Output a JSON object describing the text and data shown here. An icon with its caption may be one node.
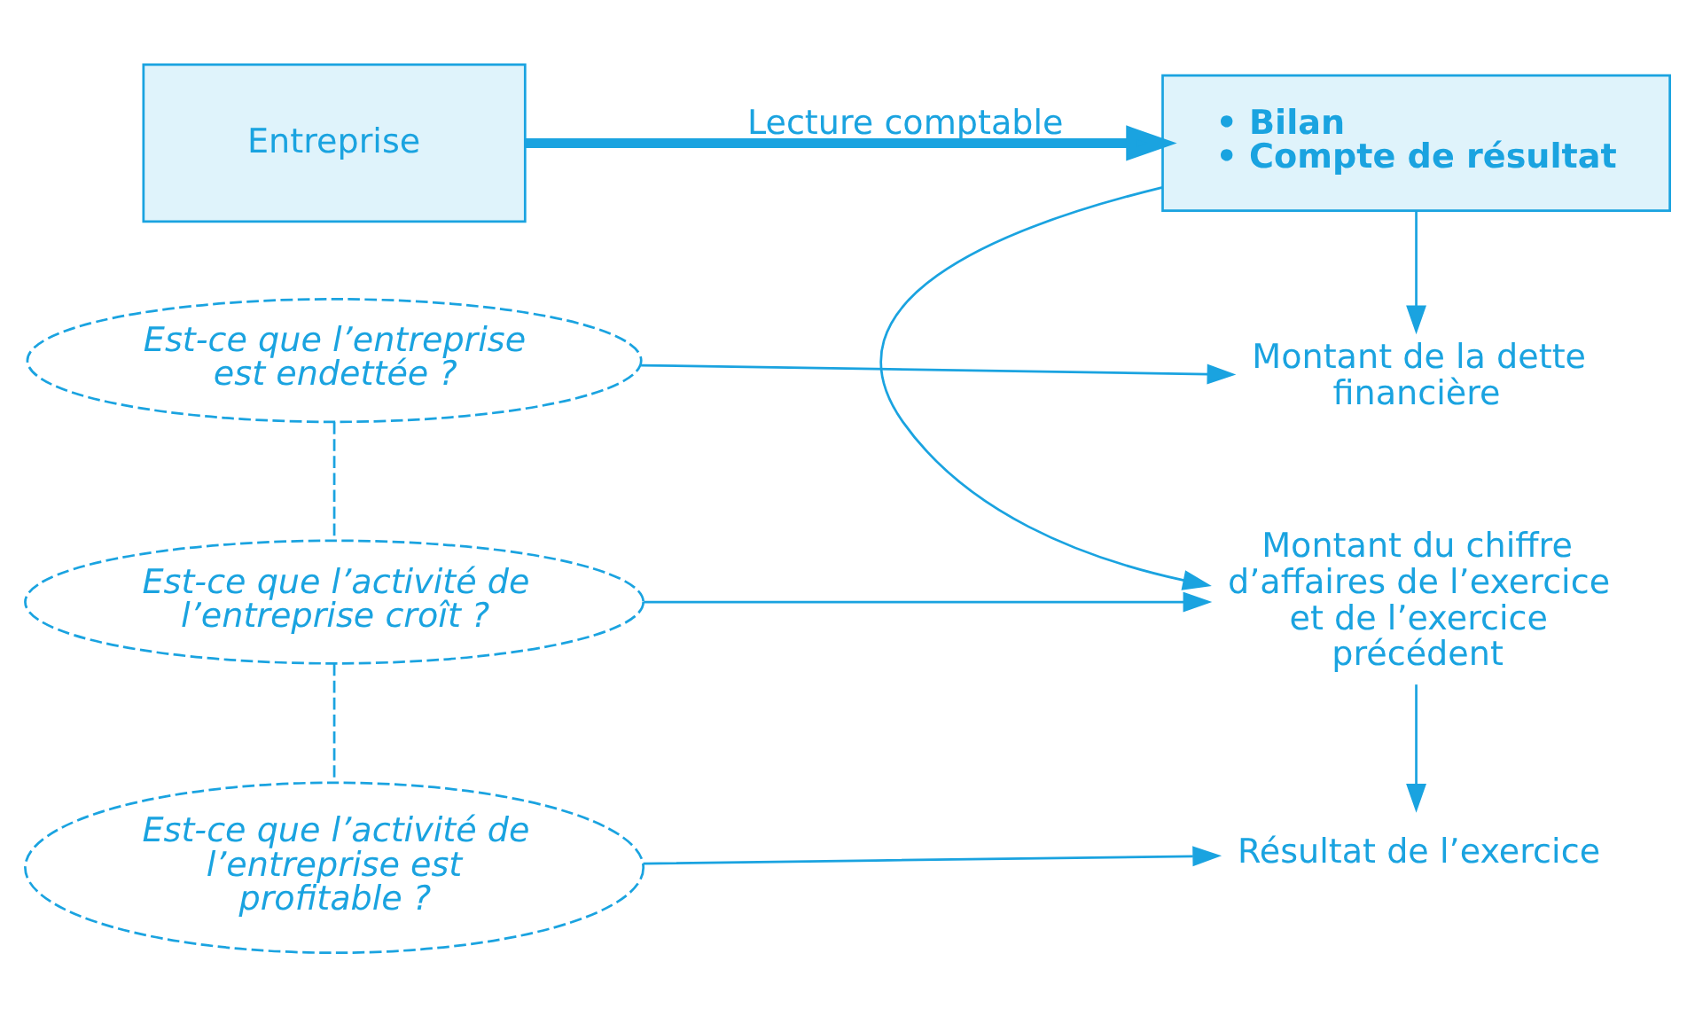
{
  "diagram": {
    "nodes": [
      {
        "text": [
          "Est-ce que l’entreprise est endettée ?"
        ]
      },
      {
        "text": [
          "Montant de la dette financière"
        ]
      },
      {
        "text": [
          "Entreprise"
        ]
      },
      {
        "text": [
          "• Bilan",
          "• Compte de résultat"
        ]
      },
      {
        "text": [
          "Est-ce que l’activité de l’entreprise croît ?"
        ]
      },
      {
        "text": [
          "Montant du chiffre d’affaires de l’exercice et de l’exercice précédent"
        ]
      },
      {
        "text": [
          "Est-ce que l’activité de l’entreprise est profitable ?"
        ]
      },
      {
        "text": [
          "Résultat de l’exercice"
        ]
      }
    ],
    "edges": [
      {
        "from": 2,
        "to": 3,
        "arrow": "to",
        "label": "Lecture comptable",
        "style": "thick"
      },
      {
        "from": 0,
        "to": 1,
        "arrow": "to"
      },
      {
        "from": 3,
        "to": 1,
        "arrow": "to"
      },
      {
        "from": 3,
        "to": 5,
        "arrow": "to"
      },
      {
        "from": 4,
        "to": 5,
        "arrow": "to"
      },
      {
        "from": 5,
        "to": 7,
        "arrow": "to"
      },
      {
        "from": 6,
        "to": 7,
        "arrow": "to"
      },
      {
        "from": 0,
        "to": 4,
        "arrow": "none",
        "style": "dashed"
      },
      {
        "from": 4,
        "to": 6,
        "arrow": "none",
        "style": "dashed"
      }
    ]
  }
}
